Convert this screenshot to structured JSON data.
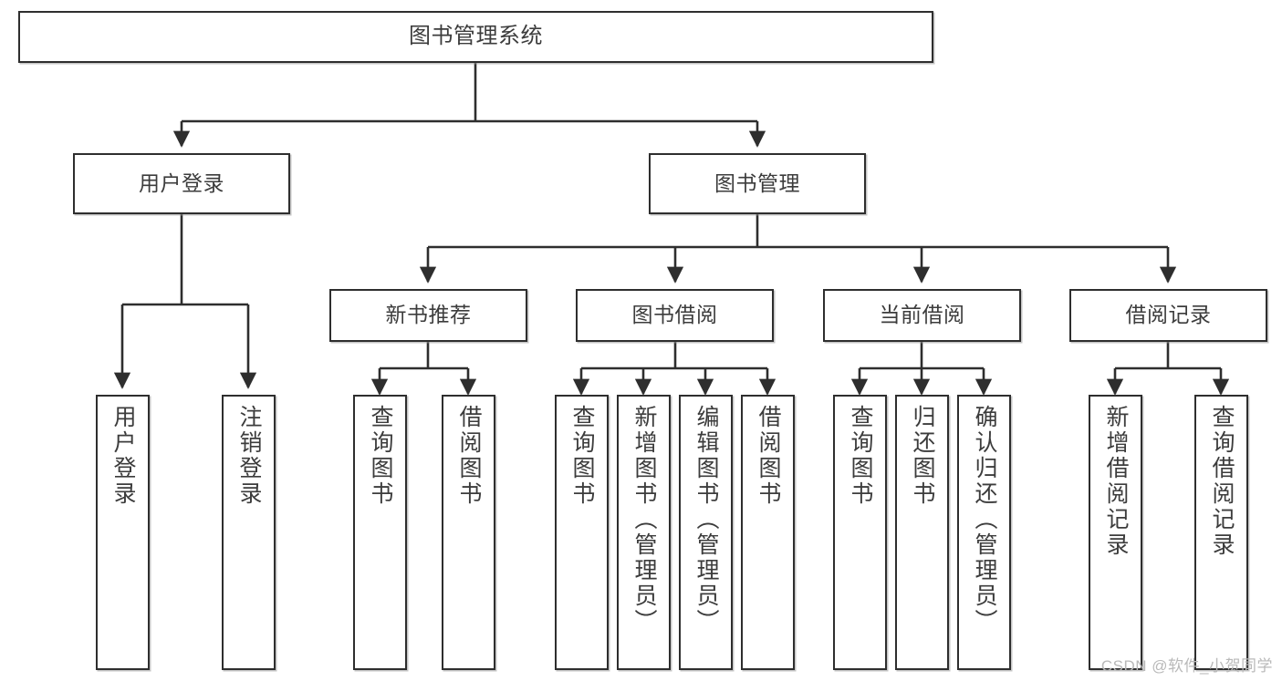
{
  "diagram": {
    "title": "图书管理系统",
    "type": "hierarchy-tree",
    "watermark": "CSDN @软件_小贺同学",
    "colors": {
      "box_border": "#2e2e2e",
      "box_fill": "#ffffff",
      "text": "#3c3c3c",
      "connector": "#2e2e2e",
      "watermark": "#b9b9b9",
      "background": "#ffffff"
    },
    "levels": {
      "level1": [
        "图书管理系统"
      ],
      "level2": [
        "用户登录",
        "图书管理"
      ],
      "level3": [
        "新书推荐",
        "图书借阅",
        "当前借阅",
        "借阅记录"
      ],
      "level4": [
        "用户登录",
        "注销登录",
        "查询图书",
        "借阅图书",
        "查询图书",
        "新增图书（管理员）",
        "编辑图书（管理员）",
        "借阅图书",
        "查询图书",
        "归还图书",
        "确认归还（管理员）",
        "新增借阅记录",
        "查询借阅记录"
      ]
    },
    "nodes": {
      "root": {
        "label": "图书管理系统"
      },
      "user_login": {
        "label": "用户登录"
      },
      "book_manage": {
        "label": "图书管理"
      },
      "new_book_rec": {
        "label": "新书推荐"
      },
      "book_borrow": {
        "label": "图书借阅"
      },
      "current_borrow": {
        "label": "当前借阅"
      },
      "borrow_record": {
        "label": "借阅记录"
      },
      "leaf_user_login": {
        "label": "用户登录"
      },
      "leaf_logout": {
        "label": "注销登录"
      },
      "leaf_query_book_a": {
        "label": "查询图书"
      },
      "leaf_borrow_book_a": {
        "label": "借阅图书"
      },
      "leaf_query_book_b": {
        "label": "查询图书"
      },
      "leaf_add_book": {
        "label": "新增图书（管理员）"
      },
      "leaf_edit_book": {
        "label": "编辑图书（管理员）"
      },
      "leaf_borrow_book_b": {
        "label": "借阅图书"
      },
      "leaf_query_book_c": {
        "label": "查询图书"
      },
      "leaf_return_book": {
        "label": "归还图书"
      },
      "leaf_confirm_return": {
        "label": "确认归还（管理员）"
      },
      "leaf_add_record": {
        "label": "新增借阅记录"
      },
      "leaf_query_record": {
        "label": "查询借阅记录"
      }
    },
    "edges": [
      {
        "from": "root",
        "to": "user_login"
      },
      {
        "from": "root",
        "to": "book_manage"
      },
      {
        "from": "user_login",
        "to": "leaf_user_login"
      },
      {
        "from": "user_login",
        "to": "leaf_logout"
      },
      {
        "from": "book_manage",
        "to": "new_book_rec"
      },
      {
        "from": "book_manage",
        "to": "book_borrow"
      },
      {
        "from": "book_manage",
        "to": "current_borrow"
      },
      {
        "from": "book_manage",
        "to": "borrow_record"
      },
      {
        "from": "new_book_rec",
        "to": "leaf_query_book_a"
      },
      {
        "from": "new_book_rec",
        "to": "leaf_borrow_book_a"
      },
      {
        "from": "book_borrow",
        "to": "leaf_query_book_b"
      },
      {
        "from": "book_borrow",
        "to": "leaf_add_book"
      },
      {
        "from": "book_borrow",
        "to": "leaf_edit_book"
      },
      {
        "from": "book_borrow",
        "to": "leaf_borrow_book_b"
      },
      {
        "from": "current_borrow",
        "to": "leaf_query_book_c"
      },
      {
        "from": "current_borrow",
        "to": "leaf_return_book"
      },
      {
        "from": "current_borrow",
        "to": "leaf_confirm_return"
      },
      {
        "from": "borrow_record",
        "to": "leaf_add_record"
      },
      {
        "from": "borrow_record",
        "to": "leaf_query_record"
      }
    ]
  }
}
